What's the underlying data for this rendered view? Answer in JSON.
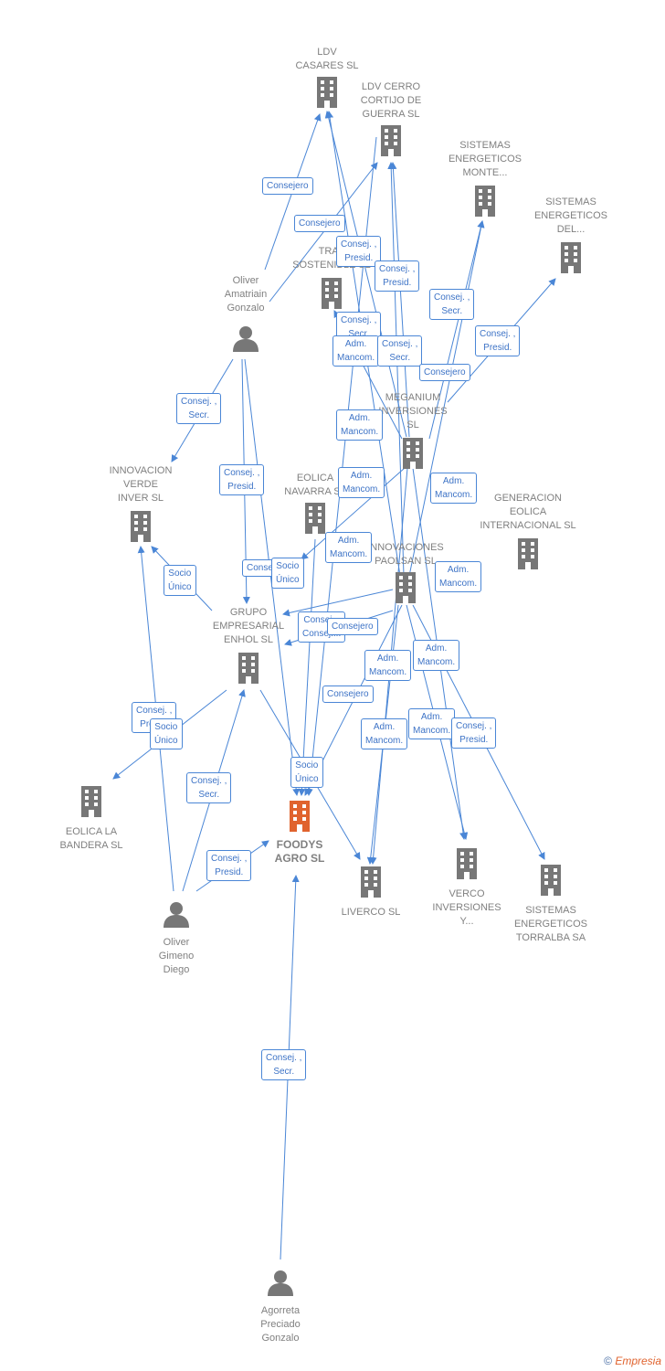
{
  "colors": {
    "edge": "#4a86d6",
    "node": "#777777",
    "focus": "#e0632e",
    "label": "#808080"
  },
  "nodes": {
    "ldv_casares": "LDV\nCASARES SL",
    "ldv_cerro": "LDV CERRO\nCORTIJO DE\nGUERRA SL",
    "sist_monte": "SISTEMAS\nENERGETICOS\nMONTE...",
    "sist_del": "SISTEMAS\nENERGETICOS\nDEL...",
    "traz": "TRAZ\nSOSTENIBLE SL",
    "oliver_amatriain": "Oliver\nAmatriain\nGonzalo",
    "meganium": "MEGANIUM\nINVERSIONES\nSL",
    "innovacion_verde": "INNOVACION\nVERDE\nINVER SL",
    "eolica_navarra": "EOLICA\nNAVARRA SL",
    "generacion_eolica": "GENERACION\nEOLICA\nINTERNACIONAL SL",
    "innovaciones_paolsan": "INNOVACIONES\nPAOLSAN SL",
    "grupo_enhol": "GRUPO\nEMPRESARIAL\nENHOL SL",
    "eolica_bandera": "EOLICA LA\nBANDERA SL",
    "foodys": "FOODYS\nAGRO SL",
    "liverco": "LIVERCO SL",
    "verco": "VERCO\nINVERSIONES\nY...",
    "sist_torralba": "SISTEMAS\nENERGETICOS\nTORRALBA SA",
    "oliver_gimeno": "Oliver\nGimeno\nDiego",
    "agorreta": "Agorreta\nPreciado\nGonzalo"
  },
  "relations": {
    "r1": "Consejero",
    "r2": "Consejero",
    "r3": "Consej. ,\nPresid.",
    "r4": "Consej. ,\nPresid.",
    "r5": "Consej. ,\nSecr.",
    "r6": "Consej. ,\nSecr.",
    "r7": "Adm.\nMancom.",
    "r8": "Consej. ,\nSecr.",
    "r9": "Consej. ,\nPresid.",
    "r10": "Consejero",
    "r11": "Consej. ,\nSecr.",
    "r12": "Adm.\nMancom.",
    "r13": "Consej. ,\nPresid.",
    "r14": "Adm.\nMancom.",
    "r15": "Adm.\nMancom.",
    "r16": "Consejero",
    "r17": "Socio\nÚnico",
    "r18": "Adm.\nMancom.",
    "r19": "Socio\nÚnico",
    "r20": "Adm.\nMancom.",
    "r21": "Consej. ,\nConsej....",
    "r22": "Consejero",
    "r23": "Adm.\nMancom.",
    "r24": "Adm.\nMancom.",
    "r25": "Consejero",
    "r26": "Consej. ,\nPresid.",
    "r27": "Socio\nÚnico",
    "r28": "Adm.\nMancom.",
    "r29": "Adm.\nMancom.",
    "r30": "Consej. ,\nPresid.",
    "r31": "Consej. ,\nSecr.",
    "r32": "Socio\nÚnico",
    "r33": "Consej. ,\nPresid.",
    "r34": "Consej. ,\nSecr."
  },
  "footer": {
    "copyright": "©",
    "brand": "Empresia"
  }
}
